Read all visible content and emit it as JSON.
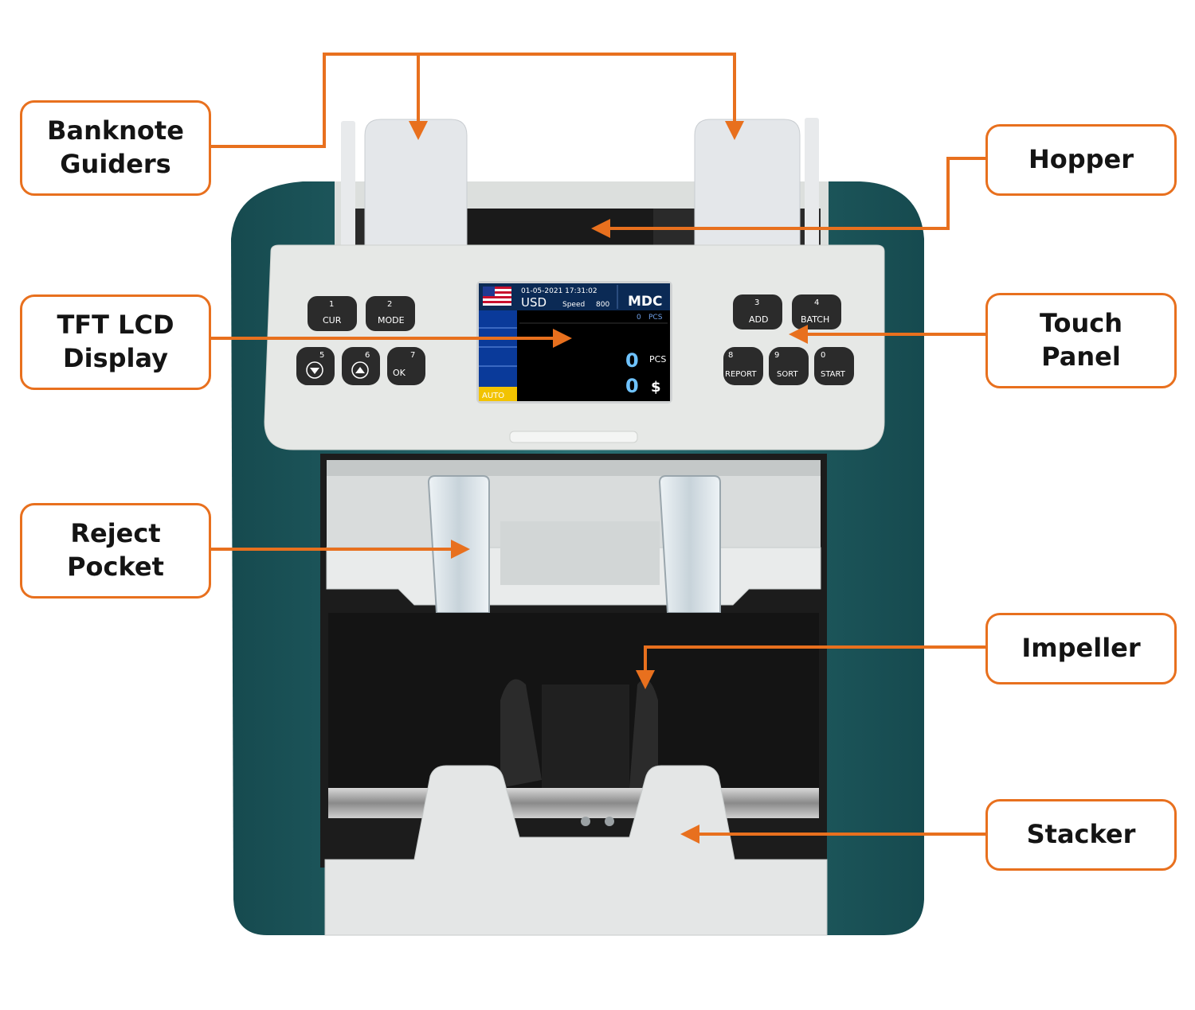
{
  "colors": {
    "callout_border": "#E8701E",
    "arrow": "#E8701E",
    "machine_teal": "#1F5A5F",
    "machine_panel": "#E6E8E6",
    "key_fill": "#2B2B2B",
    "lcd_bg": "#000000"
  },
  "labels": {
    "banknote_guiders": [
      "Banknote",
      "Guiders"
    ],
    "hopper": [
      "Hopper"
    ],
    "tft_lcd_display": [
      "TFT LCD",
      "Display"
    ],
    "touch_panel": [
      "Touch",
      "Panel"
    ],
    "reject_pocket": [
      "Reject",
      "Pocket"
    ],
    "impeller": [
      "Impeller"
    ],
    "stacker": [
      "Stacker"
    ]
  },
  "keys_left": [
    {
      "num": "1",
      "label": "CUR"
    },
    {
      "num": "2",
      "label": "MODE"
    },
    {
      "num": "5",
      "label": "",
      "icon": "chevron-down-icon"
    },
    {
      "num": "6",
      "label": "",
      "icon": "chevron-up-icon"
    },
    {
      "num": "7",
      "label": "OK"
    }
  ],
  "keys_right": [
    {
      "num": "3",
      "label": "ADD"
    },
    {
      "num": "4",
      "label": "BATCH"
    },
    {
      "num": "8",
      "label": "REPORT"
    },
    {
      "num": "9",
      "label": "SORT"
    },
    {
      "num": "0",
      "label": "START"
    }
  ],
  "lcd": {
    "datetime": "01-05-2021 17:31:02",
    "currency": "USD",
    "speed_label": "Speed",
    "speed_value": "800",
    "mode": "MDC",
    "small_count": "0",
    "small_unit": "PCS",
    "count": "0",
    "count_unit": "PCS",
    "amount": "0",
    "amount_unit": "$",
    "auto": "AUTO",
    "flag_icon": "us-flag-icon"
  }
}
